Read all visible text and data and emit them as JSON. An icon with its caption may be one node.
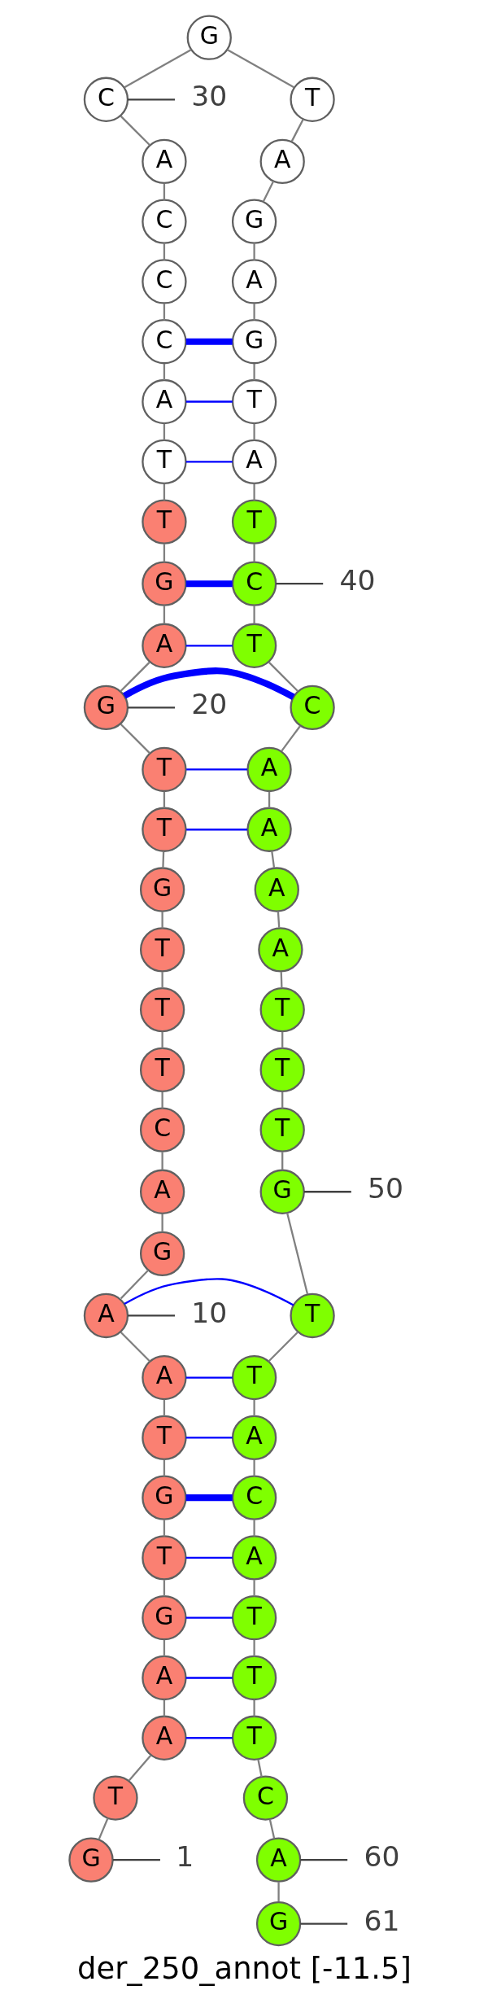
{
  "diagram": {
    "caption": "der_250_annot [-11.5]",
    "nodes": [
      {
        "text": [
          "G"
        ]
      },
      {
        "text": [
          "T"
        ]
      },
      {
        "text": [
          "A"
        ]
      },
      {
        "text": [
          "A"
        ]
      },
      {
        "text": [
          "G"
        ]
      },
      {
        "text": [
          "T"
        ]
      },
      {
        "text": [
          "G"
        ]
      },
      {
        "text": [
          "T"
        ]
      },
      {
        "text": [
          "A"
        ]
      },
      {
        "text": [
          "A"
        ]
      },
      {
        "text": [
          "G"
        ]
      },
      {
        "text": [
          "A"
        ]
      },
      {
        "text": [
          "C"
        ]
      },
      {
        "text": [
          "T"
        ]
      },
      {
        "text": [
          "T"
        ]
      },
      {
        "text": [
          "T"
        ]
      },
      {
        "text": [
          "G"
        ]
      },
      {
        "text": [
          "T"
        ]
      },
      {
        "text": [
          "T"
        ]
      },
      {
        "text": [
          "G"
        ]
      },
      {
        "text": [
          "A"
        ]
      },
      {
        "text": [
          "G"
        ]
      },
      {
        "text": [
          "T"
        ]
      },
      {
        "text": [
          "T"
        ]
      },
      {
        "text": [
          "A"
        ]
      },
      {
        "text": [
          "C"
        ]
      },
      {
        "text": [
          "C"
        ]
      },
      {
        "text": [
          "C"
        ]
      },
      {
        "text": [
          "A"
        ]
      },
      {
        "text": [
          "C"
        ]
      },
      {
        "text": [
          "G"
        ]
      },
      {
        "text": [
          "T"
        ]
      },
      {
        "text": [
          "A"
        ]
      },
      {
        "text": [
          "G"
        ]
      },
      {
        "text": [
          "A"
        ]
      },
      {
        "text": [
          "G"
        ]
      },
      {
        "text": [
          "T"
        ]
      },
      {
        "text": [
          "A"
        ]
      },
      {
        "text": [
          "T"
        ]
      },
      {
        "text": [
          "C"
        ]
      },
      {
        "text": [
          "T"
        ]
      },
      {
        "text": [
          "C"
        ]
      },
      {
        "text": [
          "A"
        ]
      },
      {
        "text": [
          "A"
        ]
      },
      {
        "text": [
          "A"
        ]
      },
      {
        "text": [
          "A"
        ]
      },
      {
        "text": [
          "T"
        ]
      },
      {
        "text": [
          "T"
        ]
      },
      {
        "text": [
          "T"
        ]
      },
      {
        "text": [
          "G"
        ]
      },
      {
        "text": [
          "T"
        ]
      },
      {
        "text": [
          "T"
        ]
      },
      {
        "text": [
          "A"
        ]
      },
      {
        "text": [
          "C"
        ]
      },
      {
        "text": [
          "A"
        ]
      },
      {
        "text": [
          "T"
        ]
      },
      {
        "text": [
          "T"
        ]
      },
      {
        "text": [
          "T"
        ]
      },
      {
        "text": [
          "C"
        ]
      },
      {
        "text": [
          "A"
        ]
      },
      {
        "text": [
          "G"
        ]
      },
      {
        "text": [
          "1"
        ]
      },
      {
        "text": [
          "10"
        ]
      },
      {
        "text": [
          "20"
        ]
      },
      {
        "text": [
          "30"
        ]
      },
      {
        "text": [
          "40"
        ]
      },
      {
        "text": [
          "50"
        ]
      },
      {
        "text": [
          "60"
        ]
      },
      {
        "text": [
          "61"
        ]
      }
    ],
    "edges": [
      {
        "from": 0,
        "to": 1,
        "arrow": "none"
      },
      {
        "from": 1,
        "to": 2,
        "arrow": "none"
      },
      {
        "from": 2,
        "to": 3,
        "arrow": "none"
      },
      {
        "from": 3,
        "to": 4,
        "arrow": "none"
      },
      {
        "from": 4,
        "to": 5,
        "arrow": "none"
      },
      {
        "from": 5,
        "to": 6,
        "arrow": "none"
      },
      {
        "from": 6,
        "to": 7,
        "arrow": "none"
      },
      {
        "from": 7,
        "to": 8,
        "arrow": "none"
      },
      {
        "from": 8,
        "to": 9,
        "arrow": "none"
      },
      {
        "from": 9,
        "to": 10,
        "arrow": "none"
      },
      {
        "from": 10,
        "to": 11,
        "arrow": "none"
      },
      {
        "from": 11,
        "to": 12,
        "arrow": "none"
      },
      {
        "from": 12,
        "to": 13,
        "arrow": "none"
      },
      {
        "from": 13,
        "to": 14,
        "arrow": "none"
      },
      {
        "from": 14,
        "to": 15,
        "arrow": "none"
      },
      {
        "from": 15,
        "to": 16,
        "arrow": "none"
      },
      {
        "from": 16,
        "to": 17,
        "arrow": "none"
      },
      {
        "from": 17,
        "to": 18,
        "arrow": "none"
      },
      {
        "from": 18,
        "to": 19,
        "arrow": "none"
      },
      {
        "from": 19,
        "to": 20,
        "arrow": "none"
      },
      {
        "from": 20,
        "to": 21,
        "arrow": "none"
      },
      {
        "from": 21,
        "to": 22,
        "arrow": "none"
      },
      {
        "from": 22,
        "to": 23,
        "arrow": "none"
      },
      {
        "from": 23,
        "to": 24,
        "arrow": "none"
      },
      {
        "from": 24,
        "to": 25,
        "arrow": "none"
      },
      {
        "from": 25,
        "to": 26,
        "arrow": "none"
      },
      {
        "from": 26,
        "to": 27,
        "arrow": "none"
      },
      {
        "from": 27,
        "to": 28,
        "arrow": "none"
      },
      {
        "from": 28,
        "to": 29,
        "arrow": "none"
      },
      {
        "from": 29,
        "to": 30,
        "arrow": "none"
      },
      {
        "from": 30,
        "to": 31,
        "arrow": "none"
      },
      {
        "from": 31,
        "to": 32,
        "arrow": "none"
      },
      {
        "from": 32,
        "to": 33,
        "arrow": "none"
      },
      {
        "from": 33,
        "to": 34,
        "arrow": "none"
      },
      {
        "from": 34,
        "to": 35,
        "arrow": "none"
      },
      {
        "from": 35,
        "to": 36,
        "arrow": "none"
      },
      {
        "from": 36,
        "to": 37,
        "arrow": "none"
      },
      {
        "from": 37,
        "to": 38,
        "arrow": "none"
      },
      {
        "from": 38,
        "to": 39,
        "arrow": "none"
      },
      {
        "from": 39,
        "to": 40,
        "arrow": "none"
      },
      {
        "from": 40,
        "to": 41,
        "arrow": "none"
      },
      {
        "from": 41,
        "to": 42,
        "arrow": "none"
      },
      {
        "from": 42,
        "to": 43,
        "arrow": "none"
      },
      {
        "from": 43,
        "to": 44,
        "arrow": "none"
      },
      {
        "from": 44,
        "to": 45,
        "arrow": "none"
      },
      {
        "from": 45,
        "to": 46,
        "arrow": "none"
      },
      {
        "from": 46,
        "to": 47,
        "arrow": "none"
      },
      {
        "from": 47,
        "to": 48,
        "arrow": "none"
      },
      {
        "from": 48,
        "to": 49,
        "arrow": "none"
      },
      {
        "from": 49,
        "to": 50,
        "arrow": "none"
      },
      {
        "from": 50,
        "to": 51,
        "arrow": "none"
      },
      {
        "from": 51,
        "to": 52,
        "arrow": "none"
      },
      {
        "from": 52,
        "to": 53,
        "arrow": "none"
      },
      {
        "from": 53,
        "to": 54,
        "arrow": "none"
      },
      {
        "from": 54,
        "to": 55,
        "arrow": "none"
      },
      {
        "from": 55,
        "to": 56,
        "arrow": "none"
      },
      {
        "from": 56,
        "to": 57,
        "arrow": "none"
      },
      {
        "from": 57,
        "to": 58,
        "arrow": "none"
      },
      {
        "from": 58,
        "to": 59,
        "arrow": "none"
      },
      {
        "from": 59,
        "to": 60,
        "arrow": "none"
      },
      {
        "from": 9,
        "to": 50,
        "arrow": "none",
        "color": "#0000ff"
      },
      {
        "from": 8,
        "to": 51,
        "arrow": "none",
        "color": "#0000ff"
      },
      {
        "from": 7,
        "to": 52,
        "arrow": "none",
        "color": "#0000ff"
      },
      {
        "from": 6,
        "to": 53,
        "arrow": "none",
        "color": "#0000ff",
        "style": "thick"
      },
      {
        "from": 5,
        "to": 54,
        "arrow": "none",
        "color": "#0000ff"
      },
      {
        "from": 4,
        "to": 55,
        "arrow": "none",
        "color": "#0000ff"
      },
      {
        "from": 3,
        "to": 56,
        "arrow": "none",
        "color": "#0000ff"
      },
      {
        "from": 2,
        "to": 57,
        "arrow": "none",
        "color": "#0000ff"
      },
      {
        "from": 17,
        "to": 43,
        "arrow": "none",
        "color": "#0000ff"
      },
      {
        "from": 18,
        "to": 42,
        "arrow": "none",
        "color": "#0000ff"
      },
      {
        "from": 19,
        "to": 41,
        "arrow": "none",
        "color": "#0000ff",
        "style": "thick"
      },
      {
        "from": 20,
        "to": 40,
        "arrow": "none",
        "color": "#0000ff"
      },
      {
        "from": 21,
        "to": 39,
        "arrow": "none",
        "color": "#0000ff",
        "style": "thick"
      },
      {
        "from": 23,
        "to": 37,
        "arrow": "none",
        "color": "#0000ff"
      },
      {
        "from": 24,
        "to": 36,
        "arrow": "none",
        "color": "#0000ff"
      },
      {
        "from": 25,
        "to": 35,
        "arrow": "none",
        "color": "#0000ff",
        "style": "thick"
      },
      {
        "from": 61,
        "to": 0,
        "arrow": "none",
        "color": "#404040"
      },
      {
        "from": 62,
        "to": 9,
        "arrow": "none",
        "color": "#404040"
      },
      {
        "from": 63,
        "to": 19,
        "arrow": "none",
        "color": "#404040"
      },
      {
        "from": 64,
        "to": 29,
        "arrow": "none",
        "color": "#404040"
      },
      {
        "from": 65,
        "to": 39,
        "arrow": "none",
        "color": "#404040"
      },
      {
        "from": 66,
        "to": 49,
        "arrow": "none",
        "color": "#404040"
      },
      {
        "from": 67,
        "to": 59,
        "arrow": "none",
        "color": "#404040"
      },
      {
        "from": 68,
        "to": 60,
        "arrow": "none",
        "color": "#404040"
      }
    ]
  }
}
